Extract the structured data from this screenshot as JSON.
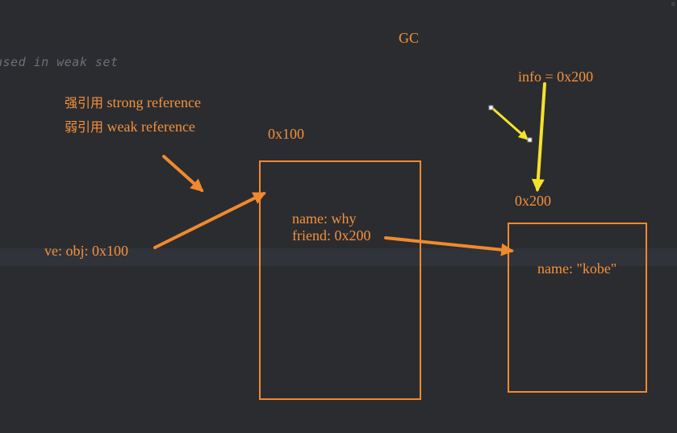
{
  "editor": {
    "code_fragment": "used in weak set",
    "corner_text": "≤"
  },
  "diagram": {
    "title": "GC",
    "legend": {
      "strong_zh": "强引用",
      "strong_en": "strong reference",
      "weak_zh": "弱引用",
      "weak_en": "weak reference"
    },
    "obj_var": "ve: obj: 0x100",
    "info_var": "info = 0x200",
    "box1": {
      "address": "0x100",
      "line1": "name: why",
      "line2": "friend: 0x200"
    },
    "box2": {
      "address": "0x200",
      "line1": "name: \"kobe\""
    },
    "colors": {
      "background": "#2b2c30",
      "accent_orange": "#f08a2e",
      "text_orange": "#f5913a",
      "highlight_yellow": "#f5e22a"
    }
  }
}
